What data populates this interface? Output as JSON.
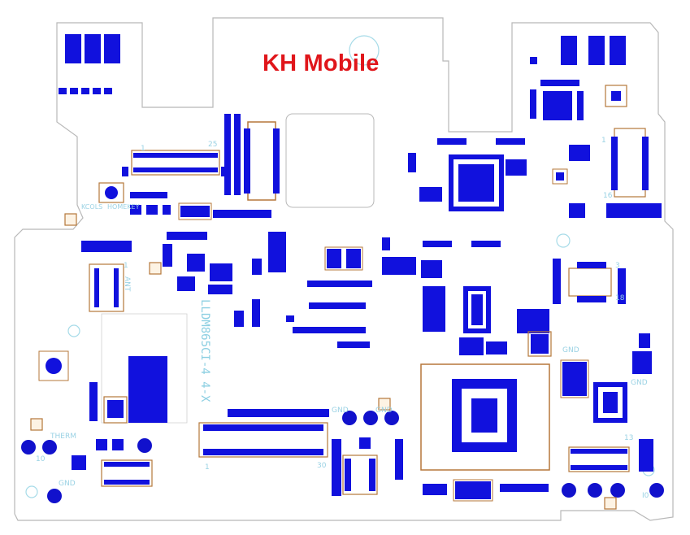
{
  "watermark": "KH Mobile",
  "board_label": "LLDM865CI-4 4-X",
  "silk": {
    "kcols": "KCOLS",
    "homekey": "HOMEKEY",
    "therm": "THERM",
    "gnd1": "GND",
    "gnd2": "GND",
    "gnd3": "GND",
    "gnd4": "GND",
    "gnd5": "GND",
    "lcd_a": "ANT",
    "pin_1a": "1",
    "pin_25": "25",
    "pin_1b": "1",
    "pin_30": "30",
    "pin_1c": "1",
    "pin_13": "13",
    "pin_10": "10",
    "pin_i0": "I0",
    "pin_18": "18",
    "pin_3": "3",
    "pin_1d": "1",
    "pin_16": "16"
  },
  "colors": {
    "pad_blue": "#1111dd",
    "copper": "#b5773a",
    "outline": "#b8b8b8",
    "silkscreen": "#9ad2e4",
    "testpoint": "#1111cc",
    "watermark": "#e0161b"
  }
}
